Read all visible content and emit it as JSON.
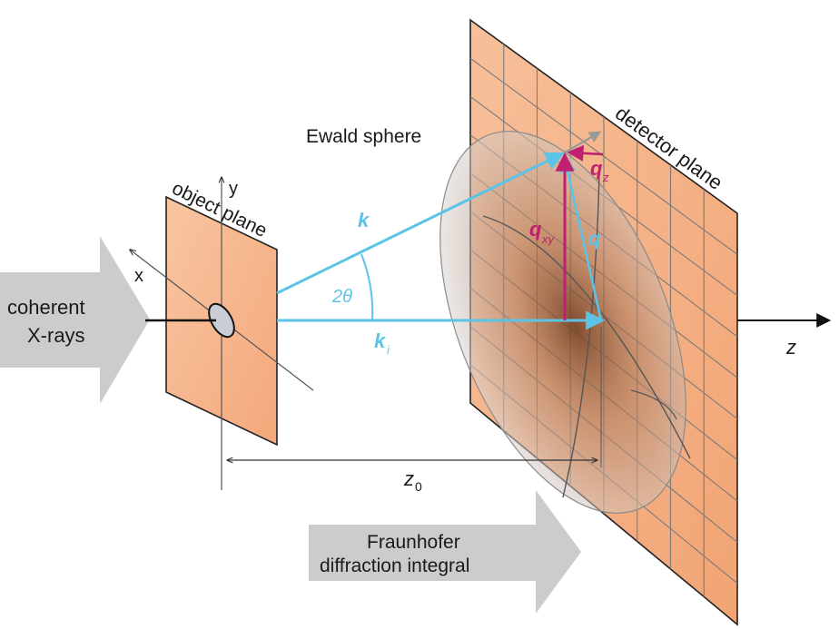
{
  "labels": {
    "coherent": "coherent",
    "xrays": "X-rays",
    "object_plane": "object plane",
    "detector_plane": "detector plane",
    "ewald_sphere": "Ewald sphere",
    "axis_x": "x",
    "axis_y": "y",
    "axis_z": "z",
    "k": "k",
    "ki_base": "k",
    "ki_sub": "i",
    "two_theta": "2θ",
    "q": "q",
    "qxy_base": "q",
    "qxy_sub": "xy",
    "qz_base": "q",
    "qz_sub": "z",
    "z0_base": "z",
    "z0_sub": "0",
    "fraunhofer_line1": "Fraunhofer",
    "fraunhofer_line2": "diffraction integral"
  },
  "colors": {
    "plane_fill": "#f9b98f",
    "grid_line": "#7a7a7a",
    "wavevector": "#5bc4e6",
    "scattering_vector": "#c0206f",
    "arrow_gray": "#cccccc",
    "axis": "#111111"
  }
}
